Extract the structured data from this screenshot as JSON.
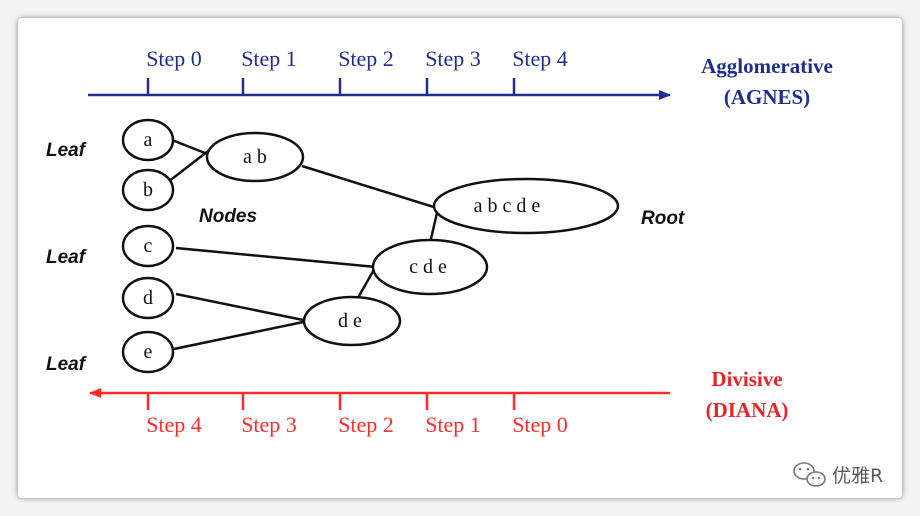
{
  "agglomerative": {
    "title_line1": "Agglomerative",
    "title_line2": "(AGNES)",
    "steps": [
      "Step 0",
      "Step 1",
      "Step 2",
      "Step 3",
      "Step 4"
    ],
    "color": "#1f2d8f"
  },
  "divisive": {
    "title_line1": "Divisive",
    "title_line2": "(DIANA)",
    "steps": [
      "Step 4",
      "Step 3",
      "Step 2",
      "Step 1",
      "Step 0"
    ],
    "color": "#e8232a"
  },
  "side_labels": {
    "leaf_top": "Leaf",
    "leaf_mid": "Leaf",
    "leaf_bottom": "Leaf",
    "nodes": "Nodes",
    "root": "Root"
  },
  "nodes": {
    "a": "a",
    "b": "b",
    "c": "c",
    "d": "d",
    "e": "e",
    "ab": "a b",
    "de": "d e",
    "cde": "c d e",
    "abcde": "a b c d e"
  },
  "watermark": {
    "text": "优雅R",
    "icon": "wechat-icon"
  }
}
